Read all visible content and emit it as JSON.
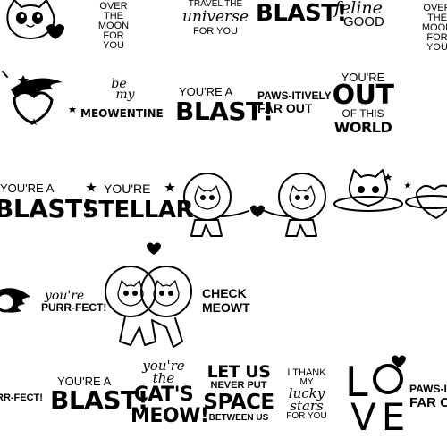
{
  "phrases": {
    "over_the_moon_l": [
      "OVER",
      "THE",
      "MOON",
      "FOR",
      "YOU"
    ],
    "travel_universe": [
      "TRAVEL THE",
      "universe",
      "FOR YOU"
    ],
    "blast_top": "BLAST!",
    "feline_good": [
      "feline",
      "GOOD"
    ],
    "over_the_moon_r": [
      "OVER",
      "THE",
      "MOON",
      "FOR",
      "YOU"
    ],
    "be_my": [
      "be",
      "my"
    ],
    "meowentine": "MEOWENTINE",
    "youre_a_1": "YOU'RE A",
    "blast_1": "BLAST!",
    "pawsitively": [
      "PAWS-ITIVELY",
      "FAR OUT"
    ],
    "youre_out": [
      "YOU'RE",
      "OUT",
      "OF THIS",
      "WORLD"
    ],
    "youre_a_2": "YOU'RE A",
    "blast_2": "BLAST!",
    "youre_2": "YOU'RE",
    "stellar": "STELLAR",
    "youre_purrfect": [
      "you're",
      "PURR-FECT!"
    ],
    "check_meowt": [
      "CHECK",
      "MEOWT"
    ],
    "purrfect_bottom": "RR-FECT!",
    "youre_a_3": "YOU'RE A",
    "blast_3": "BLAST!",
    "youre_the_cats": [
      "you're",
      "the",
      "CAT'S",
      "MEOW!"
    ],
    "let_us_space": [
      "LET US",
      "NEVER PUT",
      "SPACE",
      "BETWEEN US"
    ],
    "thank_lucky": [
      "I THANK",
      "MY",
      "lucky",
      "stars",
      "FOR YOU"
    ],
    "love": [
      "L",
      "VE"
    ],
    "pawsitively_bottom": [
      "PAWS-IT",
      "FAR OU"
    ]
  },
  "icons": [
    "cat-face-icon",
    "heart-comet-icon",
    "astronaut-cat-icon",
    "cat-planet-icon",
    "heart-planet-icon",
    "star-icon",
    "heart-icon"
  ]
}
